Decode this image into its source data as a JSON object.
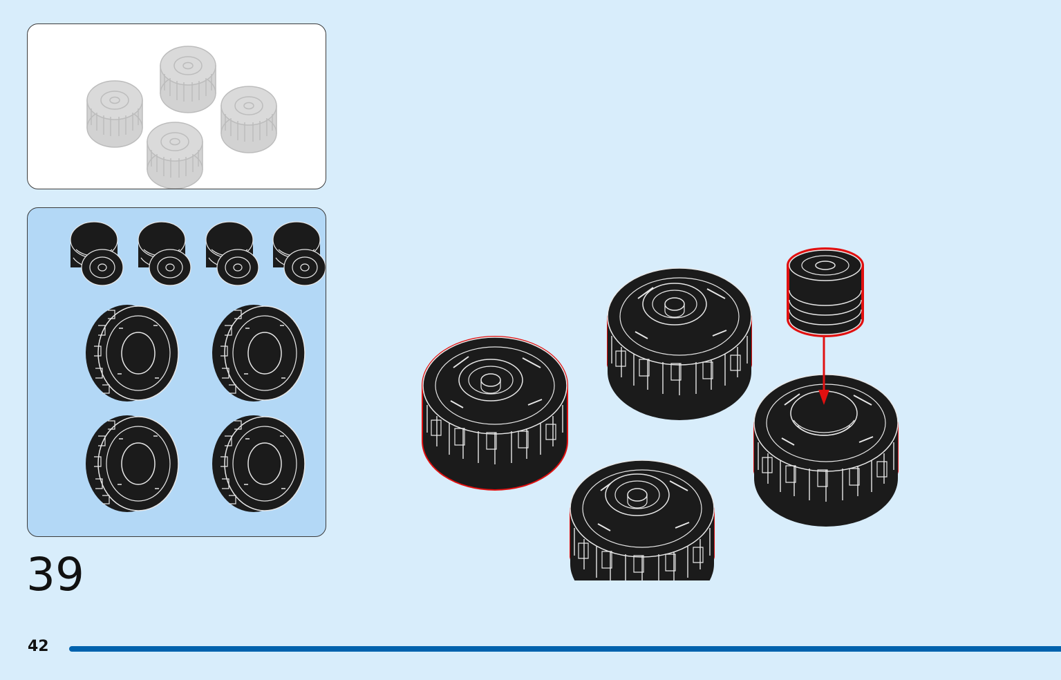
{
  "document": {
    "step_number": "39",
    "page_number": "42"
  },
  "parts_list": {
    "rims": {
      "count": 4,
      "color": "#1b1b1b"
    },
    "tires": {
      "count": 4,
      "color": "#1b1b1b"
    }
  },
  "previous_step": {
    "tires": 4,
    "color": "#c4c4c4"
  },
  "assembly": {
    "tires": 4,
    "highlight_color": "#e01010",
    "arrow_color": "#e01010"
  },
  "colors": {
    "background": "#d8edfb",
    "parts_panel": "#b3d8f6",
    "page_bar": "#0062ad"
  }
}
